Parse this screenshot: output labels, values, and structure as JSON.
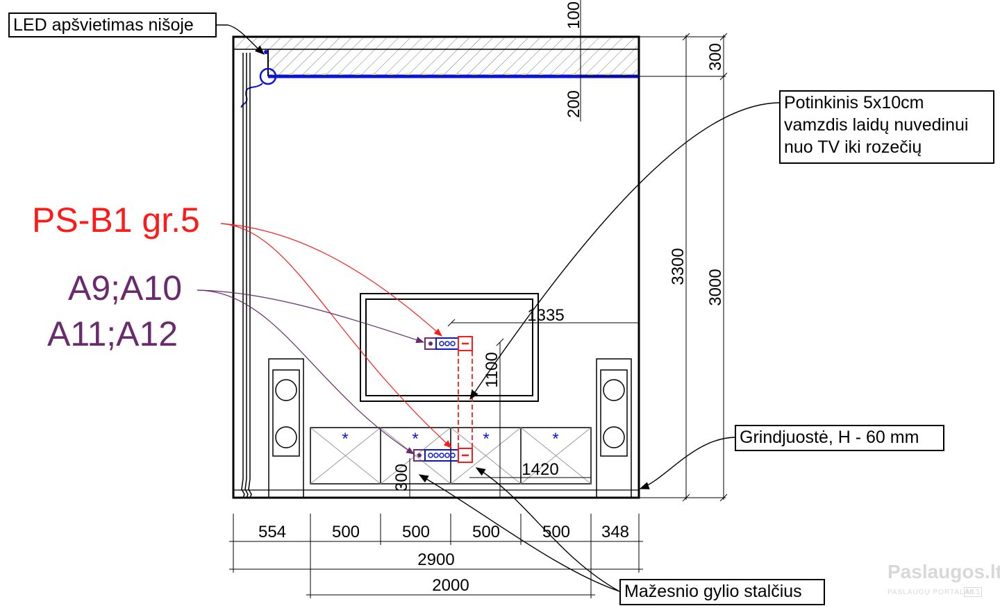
{
  "callouts": {
    "led": "LED apšvietimas nišoje",
    "pipe": [
      "Potinkinis 5x10cm",
      "vamzdis laidų nuvedinui",
      "nuo TV iki rozečių"
    ],
    "skirting": "Grindjuostė, H - 60 mm",
    "drawers": "Mažesnio gylio stalčius"
  },
  "circuit_labels": {
    "power": "PS-B1 gr.5",
    "data_line1": "A9;A10",
    "data_line2": "A11;A12"
  },
  "dimensions": {
    "top_100": "100",
    "top_300": "300",
    "top_200": "200",
    "height_3300": "3300",
    "height_3000": "3000",
    "tv_1335": "1335",
    "tv_1100": "1100",
    "socket_1420": "1420",
    "socket_300": "300",
    "bottom_row": [
      "554",
      "500",
      "500",
      "500",
      "500",
      "348"
    ],
    "total_2900": "2900",
    "cabinet_2000": "2000"
  },
  "watermark": {
    "brand": "Paslaugos.lt",
    "sub": "PASLAUGŲ PORTALAS",
    "badge": "Nr.1"
  },
  "colors": {
    "power": "#ff1a1a",
    "data": "#6a2a6e",
    "led": "#0a14d4",
    "line": "#000000"
  }
}
